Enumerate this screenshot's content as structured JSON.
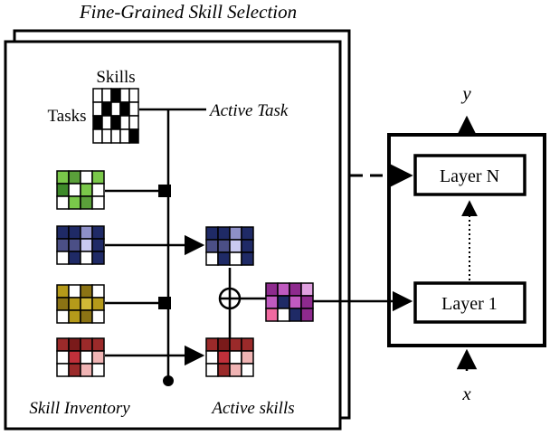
{
  "title": "Fine-Grained Skill Selection",
  "labels": {
    "skills": "Skills",
    "tasks": "Tasks",
    "active_task": "Active Task",
    "skill_inventory": "Skill Inventory",
    "active_skills": "Active skills"
  },
  "network": {
    "layer_n": "Layer N",
    "layer_1": "Layer 1",
    "output": "y",
    "input": "x"
  },
  "colors": {
    "task_fill": "#000000",
    "green": [
      "#ffffff",
      "#7ac84a",
      "#5aa03a",
      "#3e8a2a"
    ],
    "navy": [
      "#ffffff",
      "#1f2a66",
      "#4b4f86",
      "#8e90c8",
      "#c9caf0"
    ],
    "olive": [
      "#ffffff",
      "#b59a1a",
      "#8b7314",
      "#d0b836"
    ],
    "maroon": [
      "#ffffff",
      "#9b2a2a",
      "#c0303a",
      "#f0b4b4",
      "#7a1a1a"
    ],
    "combined": [
      "#ffffff",
      "#8e2a8e",
      "#c05ac0",
      "#f06aa0",
      "#1f2a66",
      "#e0a0e0"
    ]
  },
  "grids": {
    "task": [
      [
        0,
        0,
        1,
        0,
        0
      ],
      [
        0,
        1,
        0,
        1,
        0
      ],
      [
        1,
        0,
        1,
        0,
        0
      ],
      [
        0,
        0,
        0,
        0,
        1
      ]
    ],
    "green": [
      [
        1,
        2,
        0,
        1
      ],
      [
        3,
        0,
        1,
        0
      ],
      [
        0,
        1,
        2,
        0
      ]
    ],
    "navy": [
      [
        1,
        1,
        3,
        1
      ],
      [
        2,
        2,
        4,
        1
      ],
      [
        0,
        1,
        0,
        1
      ]
    ],
    "olive": [
      [
        1,
        0,
        2,
        0
      ],
      [
        2,
        1,
        3,
        1
      ],
      [
        0,
        1,
        2,
        0
      ]
    ],
    "maroon": [
      [
        1,
        4,
        1,
        1
      ],
      [
        0,
        2,
        0,
        3
      ],
      [
        0,
        1,
        3,
        0
      ]
    ],
    "active_navy": [
      [
        1,
        1,
        3,
        1
      ],
      [
        2,
        2,
        4,
        1
      ],
      [
        0,
        1,
        0,
        1
      ]
    ],
    "active_maroon": [
      [
        1,
        4,
        1,
        1
      ],
      [
        0,
        2,
        0,
        3
      ],
      [
        0,
        1,
        3,
        0
      ]
    ],
    "combined": [
      [
        1,
        2,
        1,
        5
      ],
      [
        2,
        4,
        2,
        1
      ],
      [
        3,
        0,
        4,
        1
      ]
    ]
  }
}
